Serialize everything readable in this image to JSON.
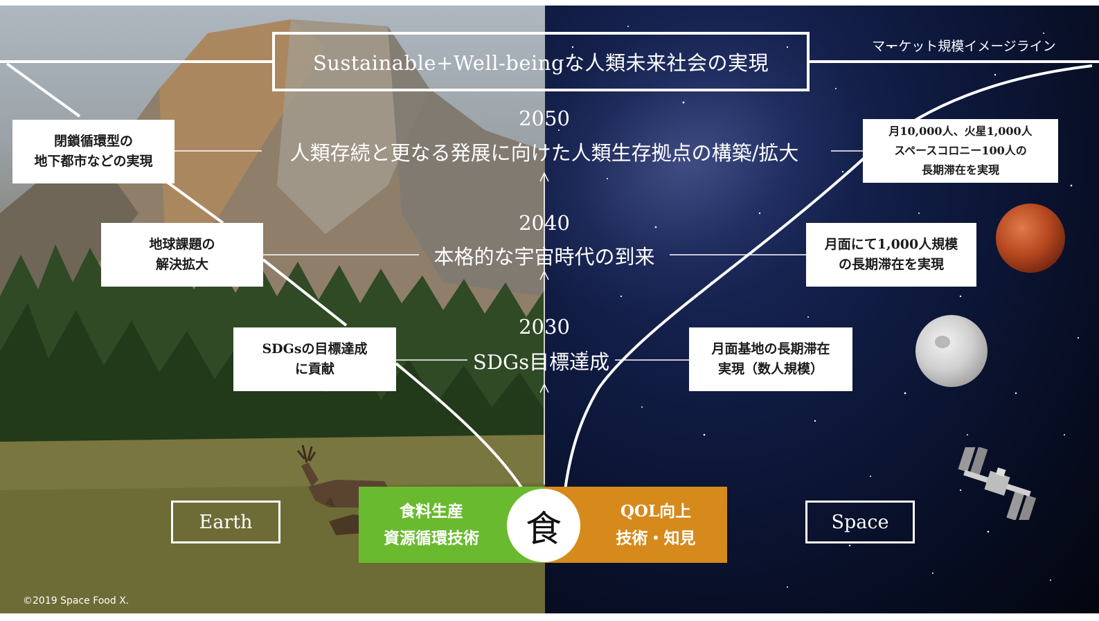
{
  "title": "Sustainable+Well-beingな人類未来社会の実現",
  "market_label": "マーケット規模イメージライン",
  "milestones": [
    {
      "year": "2050",
      "text": "人類存続と更なる発展に向けた人類生存拠点の構築/拡大"
    },
    {
      "year": "2040",
      "text": "本格的な宇宙時代の到来"
    },
    {
      "year": "2030",
      "text": "SDGs目標達成"
    }
  ],
  "earth_boxes": [
    {
      "lines": [
        "閉鎖循環型の",
        "地下都市などの実現"
      ]
    },
    {
      "lines": [
        "地球課題の",
        "解決拡大"
      ]
    },
    {
      "lines": [
        "SDGsの目標達成",
        "に貢献"
      ]
    }
  ],
  "space_boxes": [
    {
      "lines": [
        "月10,000人、火星1,000人",
        "スペースコロニー100人の",
        "長期滞在を実現"
      ]
    },
    {
      "lines": [
        "月面にて1,000人規模",
        "の長期滞在を実現"
      ]
    },
    {
      "lines": [
        "月面基地の長期滞在",
        "実現（数人規模）"
      ]
    }
  ],
  "earth_label": "Earth",
  "space_label": "Space",
  "food": {
    "left_lines": [
      "食料生産",
      "資源循環技術"
    ],
    "center": "食",
    "right_lines": [
      "QOL向上",
      "技術・知見"
    ],
    "left_color": "#6aba2f",
    "right_color": "#d68a1c"
  },
  "copyright": "©2019 Space Food X."
}
